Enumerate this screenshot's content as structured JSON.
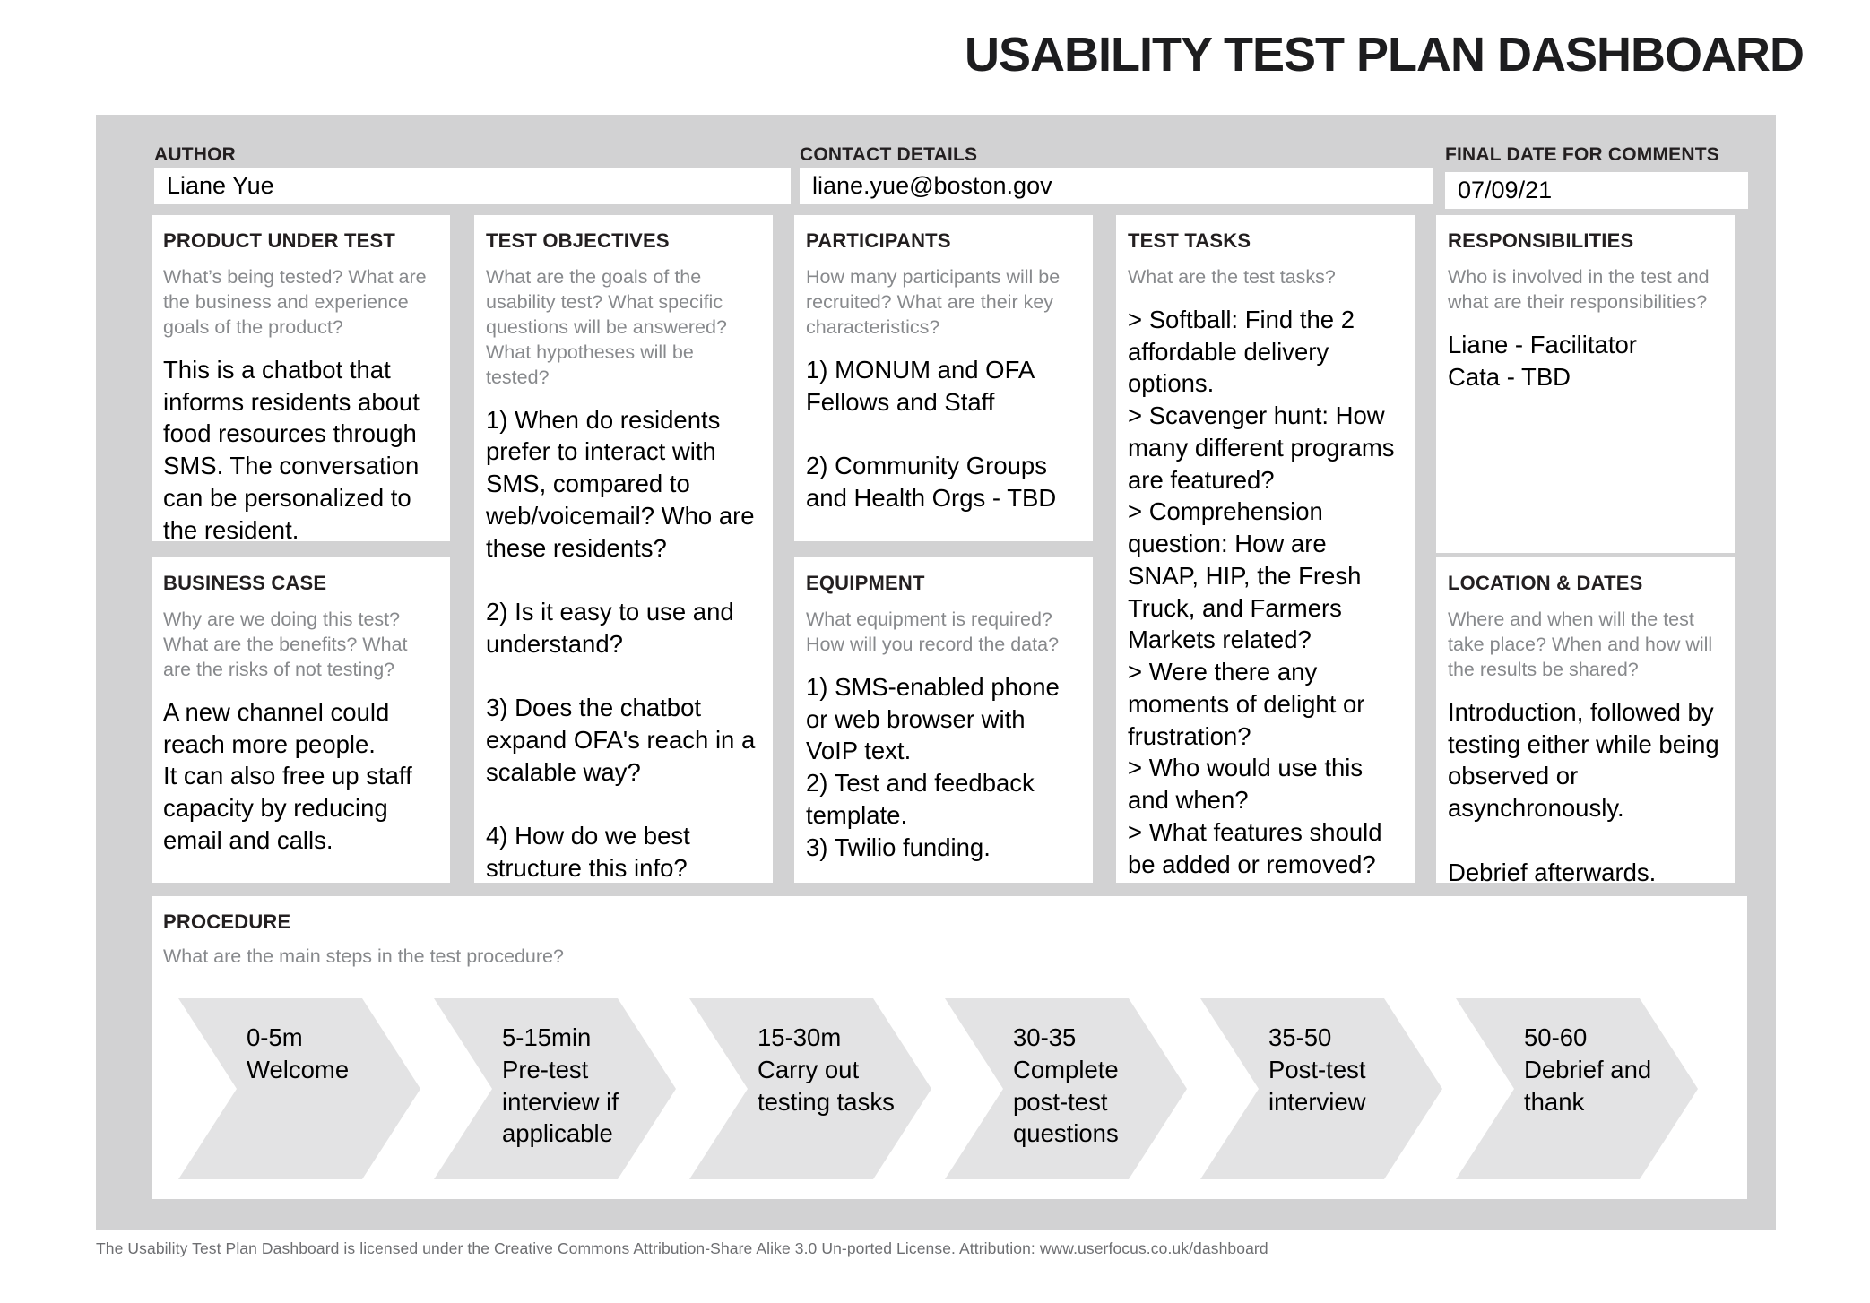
{
  "title": "USABILITY TEST PLAN DASHBOARD",
  "header_fields": {
    "author": {
      "label": "AUTHOR",
      "value": "Liane Yue"
    },
    "contact": {
      "label": "CONTACT DETAILS",
      "value": "liane.yue@boston.gov"
    },
    "final_date": {
      "label": "FINAL DATE FOR COMMENTS",
      "value": "07/09/21"
    }
  },
  "panels": {
    "product_under_test": {
      "title": "PRODUCT UNDER TEST",
      "prompt": "What’s being tested? What are the business and experience goals of the product?",
      "answer": "This is a chatbot that informs residents about food resources through SMS. The conversation can be personalized to the resident."
    },
    "test_objectives": {
      "title": "TEST OBJECTIVES",
      "prompt": "What are the goals of the usability test? What specific questions will be answered? What hypotheses will be tested?",
      "answer": "1) When do residents prefer to interact with SMS, compared to web/voicemail? Who are these residents?\n\n2) Is it easy to use and understand?\n\n3) Does the chatbot expand OFA's reach in a scalable way?\n\n4) How do we best structure this info?"
    },
    "participants": {
      "title": "PARTICIPANTS",
      "prompt": "How many participants will be recruited? What are their key characteristics?",
      "answer": "1) MONUM and OFA Fellows and Staff\n\n2) Community Groups and Health Orgs - TBD"
    },
    "test_tasks": {
      "title": "TEST TASKS",
      "prompt": "What are the test tasks?",
      "answer": "> Softball: Find the 2 affordable delivery options.\n> Scavenger hunt: How many different programs are featured?\n> Comprehension question: How are SNAP, HIP, the Fresh Truck, and Farmers Markets related?\n> Were there any moments of delight or frustration?\n> Who would use this and when?\n> What features should be added or removed?"
    },
    "responsibilities": {
      "title": "RESPONSIBILITIES",
      "prompt": "Who is involved in the test and what are their responsibilities?",
      "answer": "Liane - Facilitator\nCata - TBD"
    },
    "business_case": {
      "title": "BUSINESS CASE",
      "prompt": "Why are we doing this test? What are the benefits? What are the risks of not testing?",
      "answer": "A new channel could reach more people.\nIt can also free up staff capacity by reducing email and calls."
    },
    "equipment": {
      "title": "EQUIPMENT",
      "prompt": "What equipment is required? How will you record the data?",
      "answer": "1) SMS-enabled phone or web browser with VoIP text.\n2) Test and feedback template.\n3) Twilio funding."
    },
    "location_dates": {
      "title": "LOCATION & DATES",
      "prompt": "Where and when will the test take place? When and how will the results be shared?",
      "answer": "Introduction, followed by testing either while being observed or asynchronously.\n\nDebrief afterwards."
    },
    "procedure": {
      "title": "PROCEDURE",
      "prompt": "What are the main steps in the test procedure?",
      "steps": [
        {
          "time": "0-5m",
          "label": "Welcome"
        },
        {
          "time": "5-15min",
          "label": "Pre-test interview if applicable"
        },
        {
          "time": "15-30m",
          "label": "Carry out testing tasks"
        },
        {
          "time": "30-35",
          "label": "Complete post-test questions"
        },
        {
          "time": "35-50",
          "label": "Post-test interview"
        },
        {
          "time": "50-60",
          "label": "Debrief and thank"
        }
      ]
    }
  },
  "footer": {
    "license": "The Usability Test Plan Dashboard is licensed under the Creative Commons Attribution-Share Alike 3.0 Un-ported License. Attribution: www.userfocus.co.uk/dashboard"
  },
  "colors": {
    "panel_bg": "#d2d2d3",
    "box_bg": "#ffffff",
    "chevron_bg": "#e3e3e4",
    "heading": "#231f20",
    "prompt": "#87898c",
    "answer": "#000000",
    "footer": "#6d6e71"
  }
}
